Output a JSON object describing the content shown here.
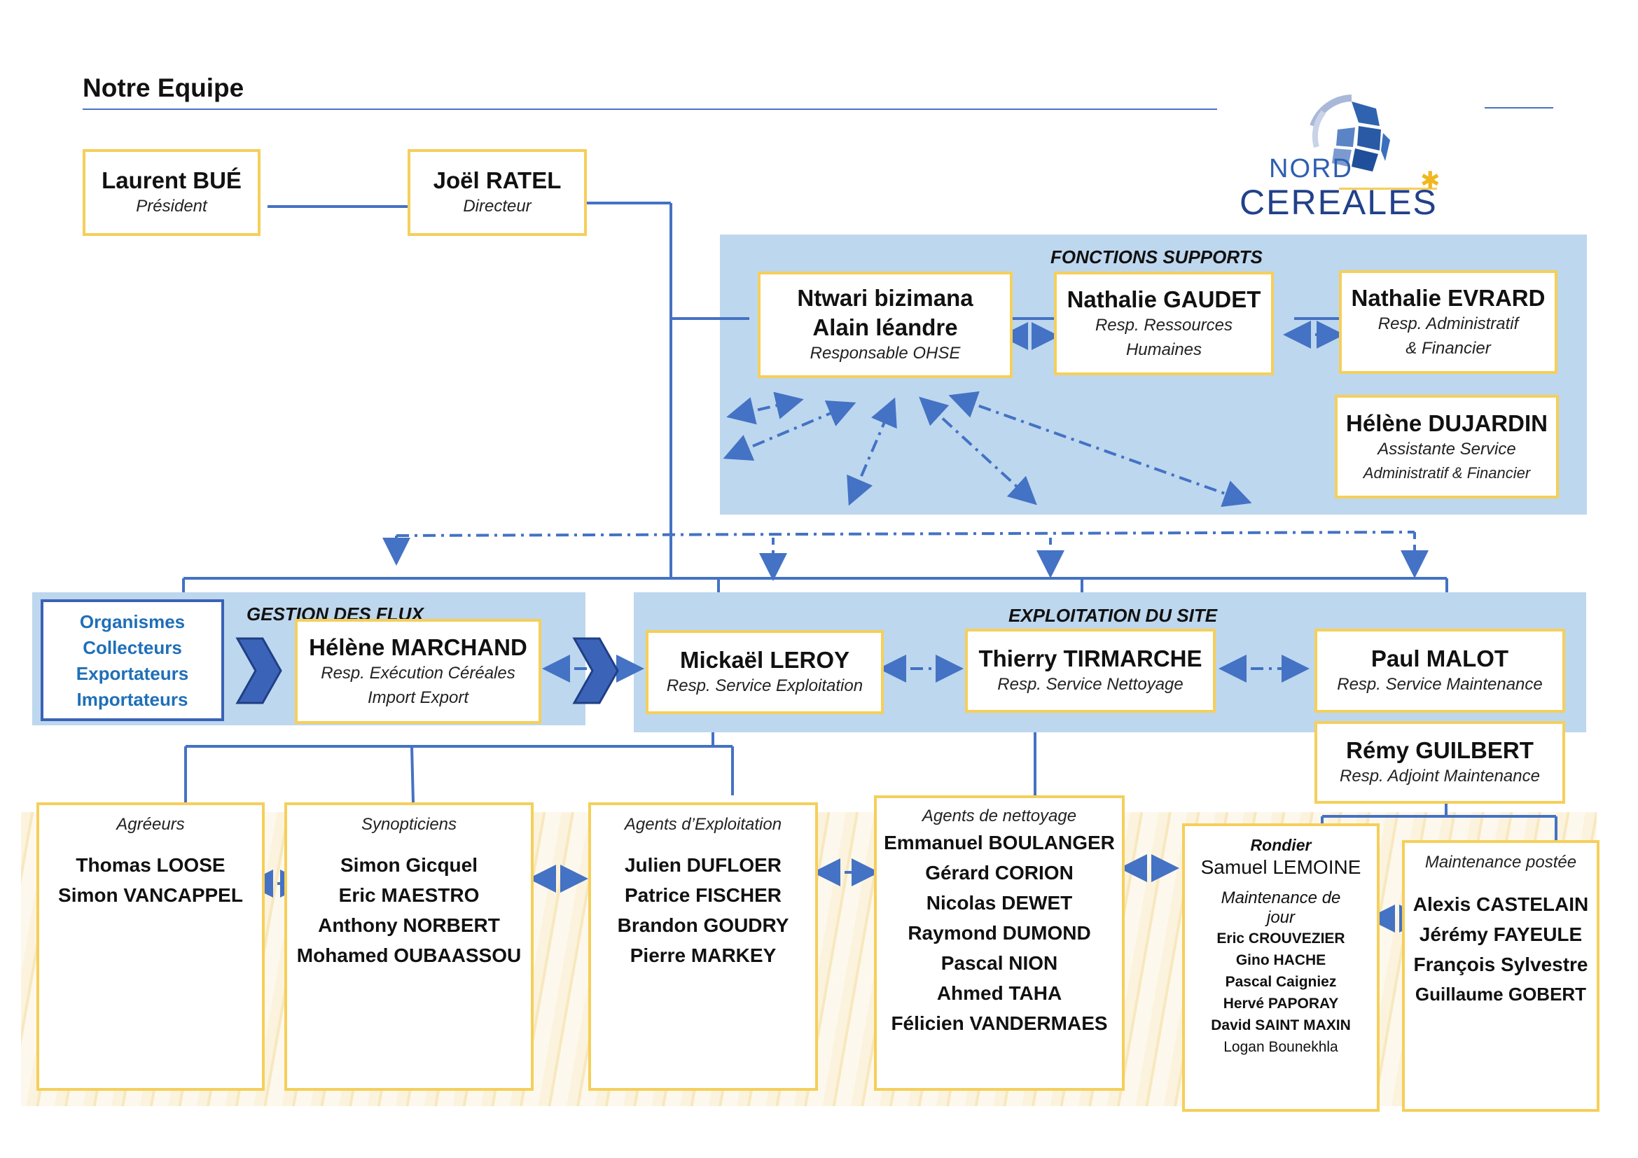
{
  "page": {
    "title": "Notre Equipe"
  },
  "logo": {
    "line1": "NORD",
    "line2": "CEREALES"
  },
  "direction": [
    {
      "name": "Laurent BUÉ",
      "role": "Président"
    },
    {
      "name": "Joël RATEL",
      "role": "Directeur"
    }
  ],
  "supports": {
    "title": "FONCTIONS SUPPORTS",
    "ohse": {
      "name1": "Ntwari bizimana",
      "name2": "Alain léandre",
      "role": "Responsable OHSE"
    },
    "rh": {
      "name": "Nathalie GAUDET",
      "role1": "Resp. Ressources",
      "role2": "Humaines"
    },
    "daf": {
      "name": "Nathalie EVRARD",
      "role1": "Resp. Administratif",
      "role2": "& Financier"
    },
    "assist": {
      "name": "Hélène DUJARDIN",
      "role1": "Assistante Service",
      "role2": "Administratif & Financier"
    }
  },
  "flux": {
    "title": "GESTION DES FLUX",
    "orgs": [
      "Organismes",
      "Collecteurs",
      "Exportateurs",
      "Importateurs"
    ],
    "person": {
      "name": "Hélène MARCHAND",
      "role1": "Resp. Exécution Céréales",
      "role2": "Import Export"
    }
  },
  "site": {
    "title": "EXPLOITATION DU SITE",
    "heads": [
      {
        "name": "Mickaël LEROY",
        "role": "Resp. Service Exploitation"
      },
      {
        "name": "Thierry TIRMARCHE",
        "role": "Resp. Service Nettoyage"
      },
      {
        "name": "Paul MALOT",
        "role": "Resp. Service Maintenance"
      }
    ],
    "deputy": {
      "name": "Rémy GUILBERT",
      "role": "Resp. Adjoint Maintenance"
    }
  },
  "teams": {
    "agreeurs": {
      "title": "Agréeurs",
      "members": [
        "Thomas LOOSE",
        "Simon VANCAPPEL"
      ]
    },
    "synopticiens": {
      "title": "Synopticiens",
      "members": [
        "Simon Gicquel",
        "Eric MAESTRO",
        "Anthony NORBERT",
        "Mohamed OUBAASSOU"
      ]
    },
    "exploitation": {
      "title": "Agents d’Exploitation",
      "members": [
        "Julien DUFLOER",
        "Patrice FISCHER",
        "Brandon GOUDRY",
        "Pierre MARKEY"
      ]
    },
    "nettoyage": {
      "title": "Agents de nettoyage",
      "members": [
        "Emmanuel BOULANGER",
        "Gérard CORION",
        "Nicolas DEWET",
        "Raymond DUMOND",
        "Pascal NION",
        "Ahmed TAHA",
        "Félicien VANDERMAES"
      ]
    },
    "rondier": {
      "title": "Rondier",
      "first": "Samuel",
      "last": "LEMOINE",
      "sub1": "Maintenance de",
      "sub2": "jour",
      "members": [
        "Eric CROUVEZIER",
        "Gino HACHE",
        "Pascal Caigniez",
        "Hervé PAPORAY",
        "David SAINT MAXIN"
      ],
      "extra": "Logan Bounekhla"
    },
    "postee": {
      "title": "Maintenance postée",
      "members": [
        "Alexis CASTELAIN",
        "Jérémy FAYEULE",
        "François Sylvestre",
        "Guillaume GOBERT"
      ]
    }
  },
  "colors": {
    "line": "#4472c4",
    "panel": "#bdd7ee",
    "box_border": "#f5cf5a",
    "org_text": "#1f6fb8"
  }
}
